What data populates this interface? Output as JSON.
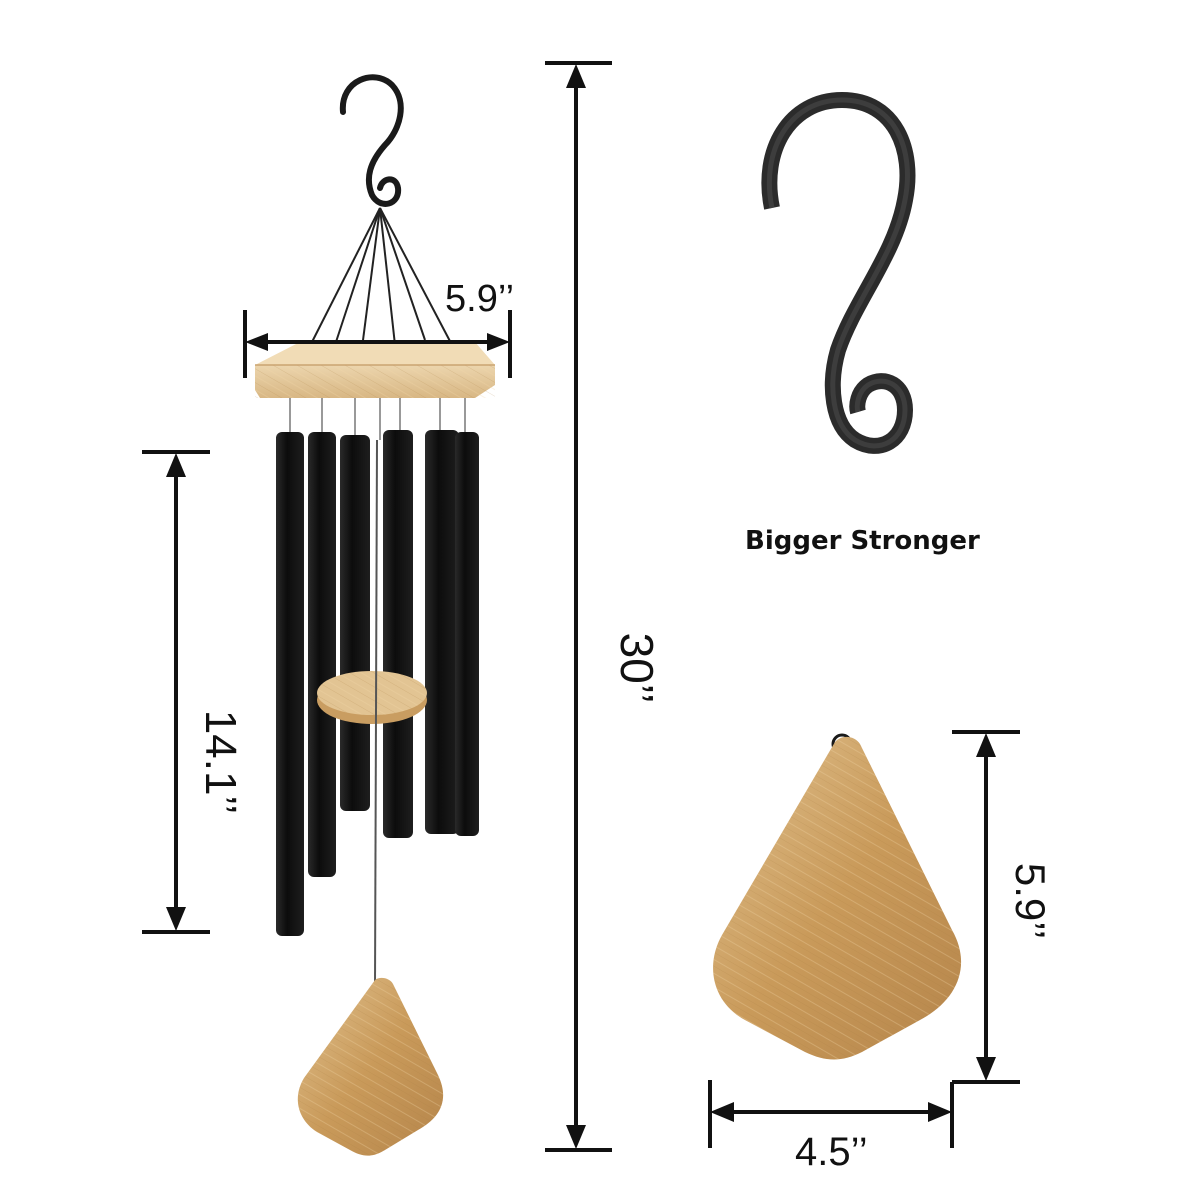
{
  "labels": {
    "top_width": "5.9’’",
    "total_length": "30’’",
    "tube_length": "14.1’’",
    "sail_height": "5.9’’",
    "sail_width": "4.5’’",
    "hook_caption": "Bigger Stronger"
  },
  "colors": {
    "tube": "#141414",
    "bamboo_light": "#d9b985",
    "bamboo_dark": "#b9894c",
    "line": "#111111"
  }
}
